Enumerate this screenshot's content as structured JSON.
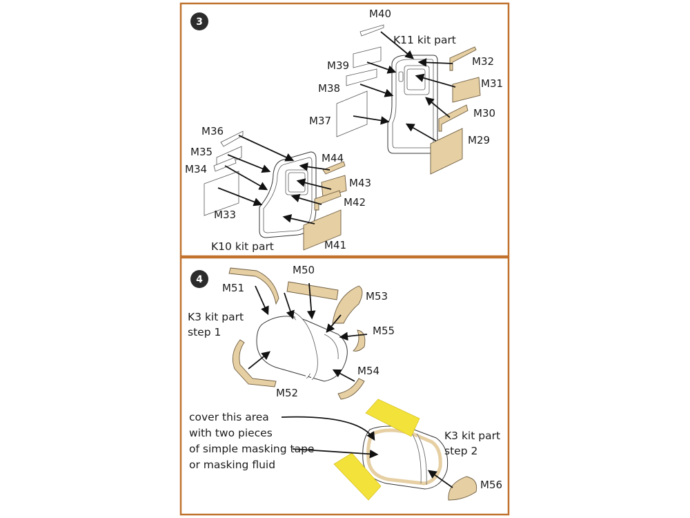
{
  "colors": {
    "frame": "#c0722e",
    "mask": "#e6cfa3",
    "tape": "#f3e23a",
    "step_badge": "#2b2b2b"
  },
  "panel3": {
    "step": "3",
    "part_k11": "K11 kit part",
    "part_k10": "K10 kit part",
    "labels": {
      "m40": "M40",
      "m39": "M39",
      "m38": "M38",
      "m37": "M37",
      "m32": "M32",
      "m31": "M31",
      "m30": "M30",
      "m29": "M29",
      "m36": "M36",
      "m35": "M35",
      "m34": "M34",
      "m33": "M33",
      "m44": "M44",
      "m43": "M43",
      "m42": "M42",
      "m41": "M41"
    }
  },
  "panel4": {
    "step": "4",
    "part_step1_line1": "K3 kit part",
    "part_step1_line2": "step 1",
    "part_step2_line1": "K3 kit part",
    "part_step2_line2": "step 2",
    "note_lines": [
      "cover this area",
      "with two pieces",
      "of simple masking tape",
      "or masking fluid"
    ],
    "labels": {
      "m50": "M50",
      "m51": "M51",
      "m53": "M53",
      "m55": "M55",
      "m54": "M54",
      "m52": "M52",
      "m56": "M56"
    }
  }
}
